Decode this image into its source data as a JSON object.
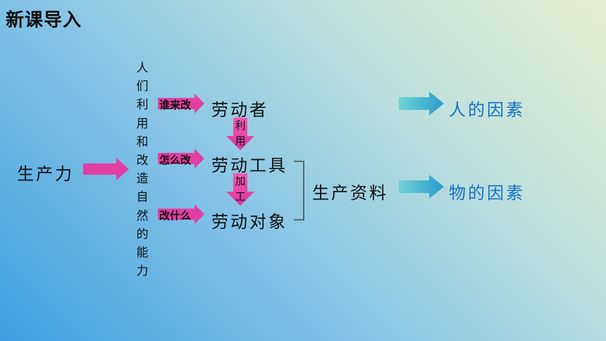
{
  "title": "新课导入",
  "productivity": "生产力",
  "ability_chars": [
    "人",
    "们",
    "利",
    "用",
    "和",
    "改",
    "造",
    "自",
    "然",
    "的",
    "能",
    "力"
  ],
  "questions": {
    "who": "谁来改",
    "how": "怎么改",
    "what": "改什么"
  },
  "nodes": {
    "laborer": "劳动者",
    "tools": "劳动工具",
    "objects": "劳动对象",
    "means": "生产资料"
  },
  "connectors": {
    "use": [
      "利",
      "用"
    ],
    "process": [
      "加",
      "工"
    ]
  },
  "factors": {
    "human": "人的因素",
    "material": "物的因素"
  },
  "colors": {
    "pink_arrow": "#e23fa2",
    "teal_arrow": "#2fa5cc",
    "blue_text": "#1570c4"
  }
}
